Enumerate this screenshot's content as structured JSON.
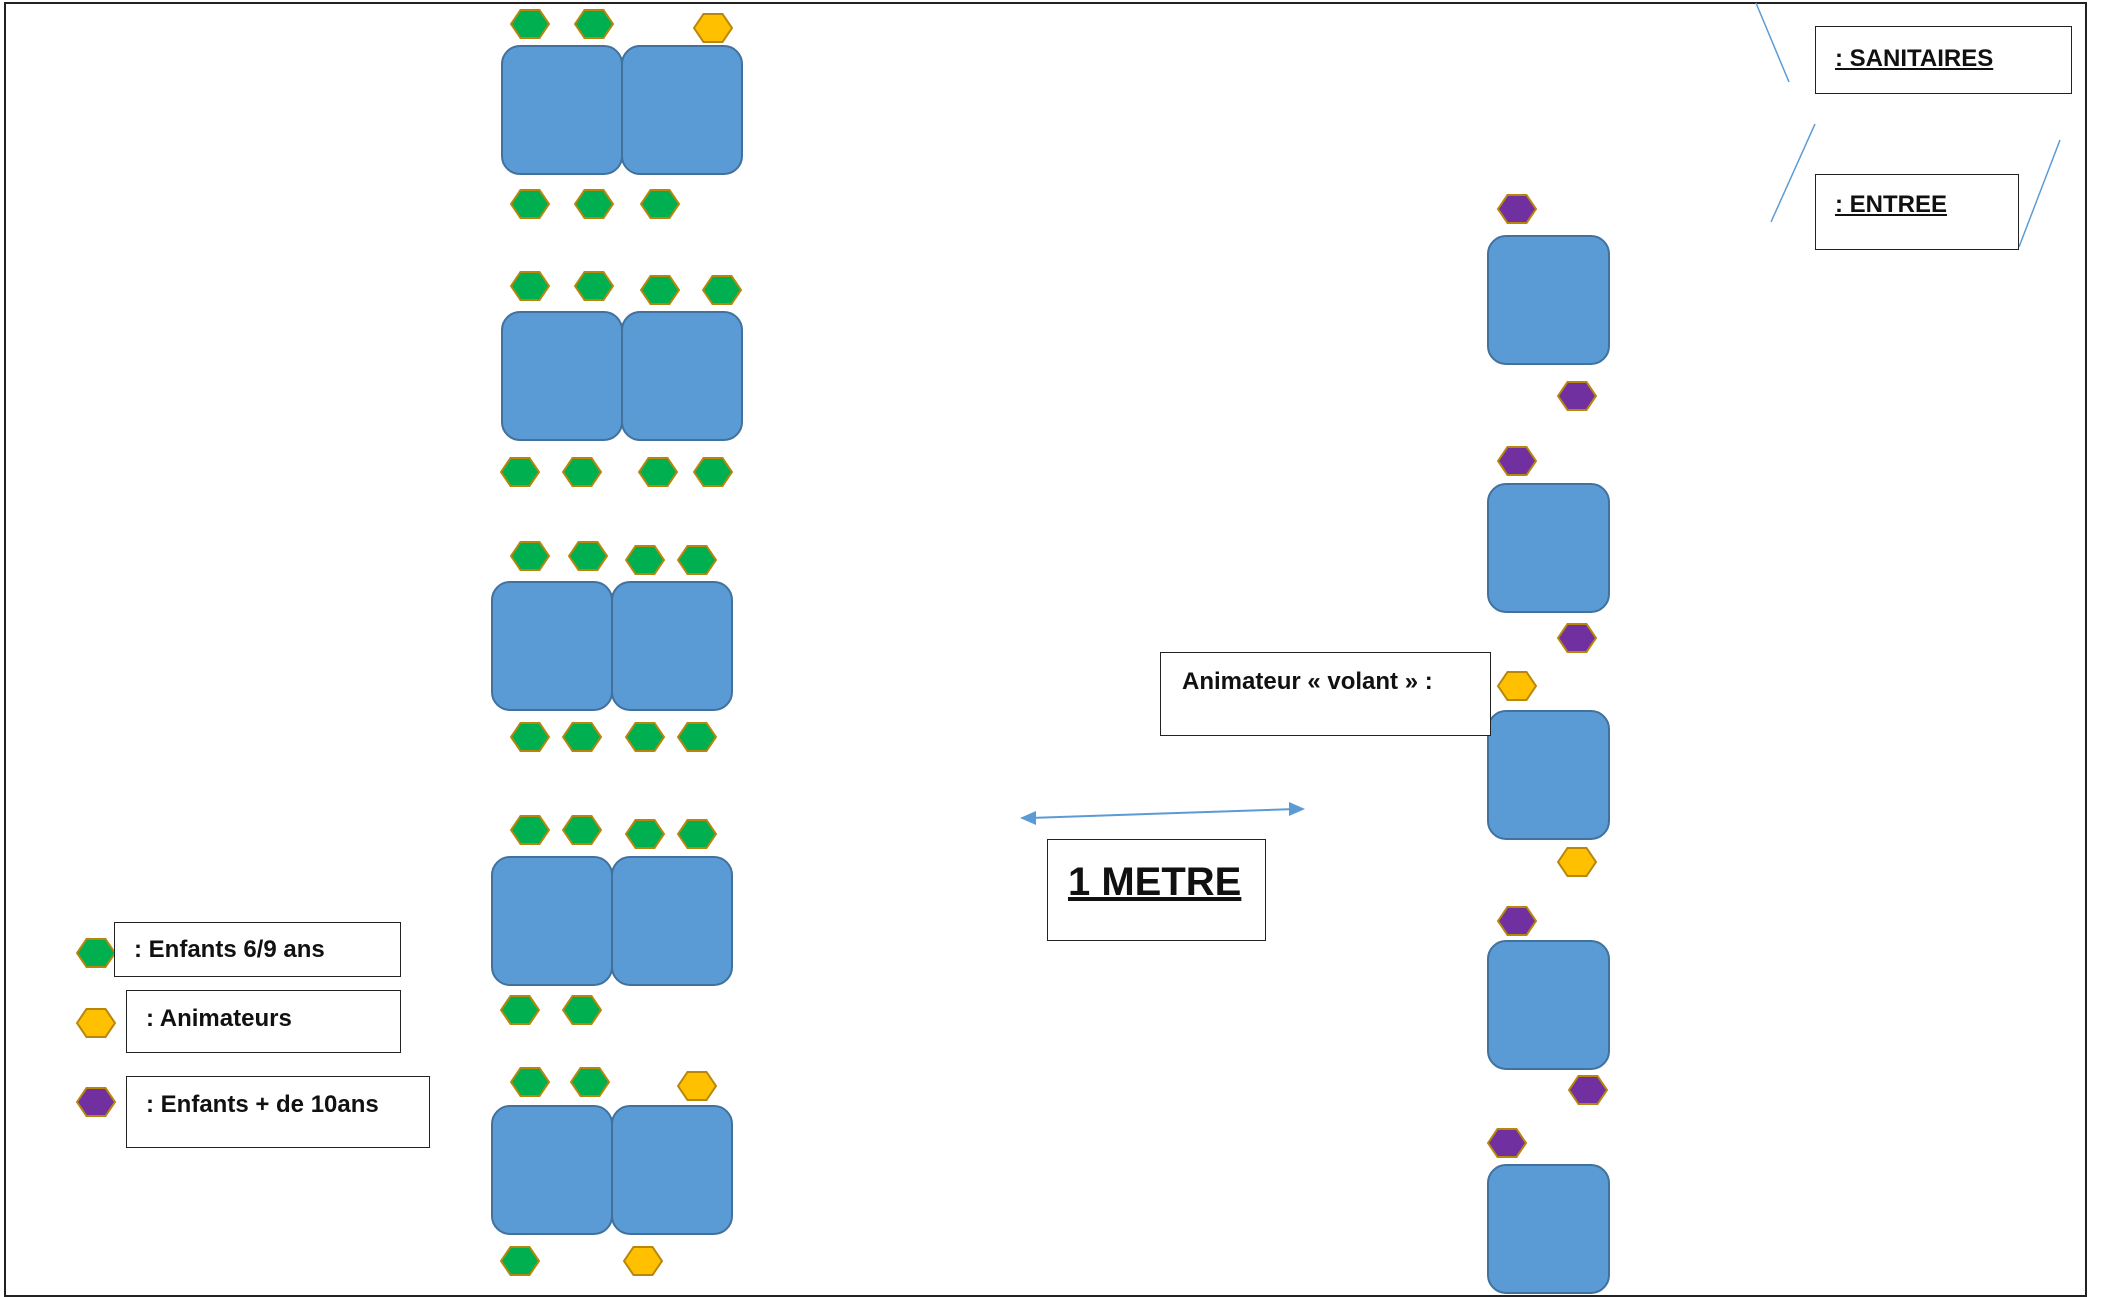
{
  "colors": {
    "table_fill": "#5b9bd5",
    "table_stroke": "#41719c",
    "child_6_9": "#00b050",
    "animator": "#ffc000",
    "child_10_plus": "#7030a0",
    "hex_stroke": "#b8860b",
    "arrow": "#5b9bd5",
    "frame": "#222222",
    "door_lines": "#5b9bd5"
  },
  "labels": {
    "sanitaires": ": SANITAIRES",
    "entree": ": ENTREE",
    "volant": "Animateur « volant » :",
    "metre": "1 METRE"
  },
  "legend": [
    {
      "marker": "child_6_9",
      "text": ": Enfants 6/9 ans"
    },
    {
      "marker": "animator",
      "text": ": Animateurs"
    },
    {
      "marker": "child_10_plus",
      "text": ": Enfants + de 10ans"
    }
  ],
  "left_table_groups": 5,
  "right_tables": 5,
  "icons": {
    "table": "rounded-square-table-shape",
    "person": "hexagon-marker"
  }
}
